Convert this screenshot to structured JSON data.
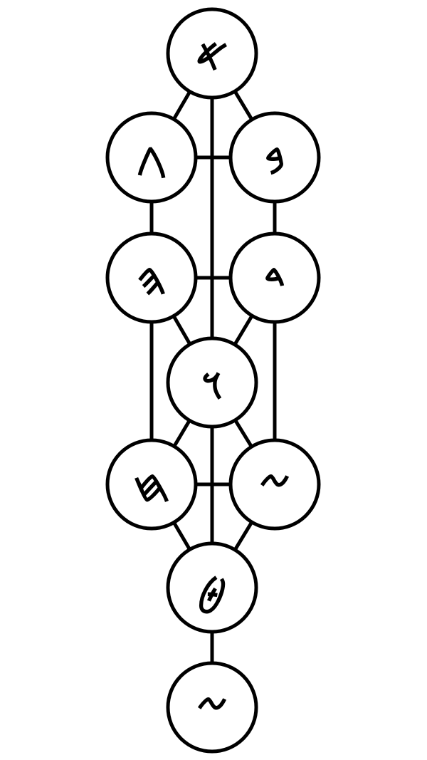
{
  "nodes": [
    {
      "id": "n1",
      "glyph": "𐤀"
    },
    {
      "id": "n2",
      "glyph": "𐤂"
    },
    {
      "id": "n3",
      "glyph": "𐤁"
    },
    {
      "id": "n4",
      "glyph": "𐤄"
    },
    {
      "id": "n5",
      "glyph": "𐤃"
    },
    {
      "id": "n6",
      "glyph": "𐤅"
    },
    {
      "id": "n7",
      "glyph": "𐤇"
    },
    {
      "id": "n8",
      "glyph": "𐤆"
    },
    {
      "id": "n9",
      "glyph": "𐤈"
    },
    {
      "id": "n10",
      "glyph": "𐤆"
    }
  ],
  "edges": [
    [
      "n1",
      "n2"
    ],
    [
      "n1",
      "n3"
    ],
    [
      "n1",
      "n6"
    ],
    [
      "n2",
      "n3"
    ],
    [
      "n2",
      "n4"
    ],
    [
      "n3",
      "n5"
    ],
    [
      "n4",
      "n5"
    ],
    [
      "n4",
      "n6"
    ],
    [
      "n4",
      "n7"
    ],
    [
      "n5",
      "n6"
    ],
    [
      "n5",
      "n8"
    ],
    [
      "n6",
      "n7"
    ],
    [
      "n6",
      "n8"
    ],
    [
      "n6",
      "n9"
    ],
    [
      "n7",
      "n8"
    ],
    [
      "n7",
      "n9"
    ],
    [
      "n8",
      "n9"
    ],
    [
      "n9",
      "n10"
    ]
  ],
  "colors": {
    "stroke": "#000000",
    "fill": "#ffffff",
    "background": "#ffffff"
  }
}
